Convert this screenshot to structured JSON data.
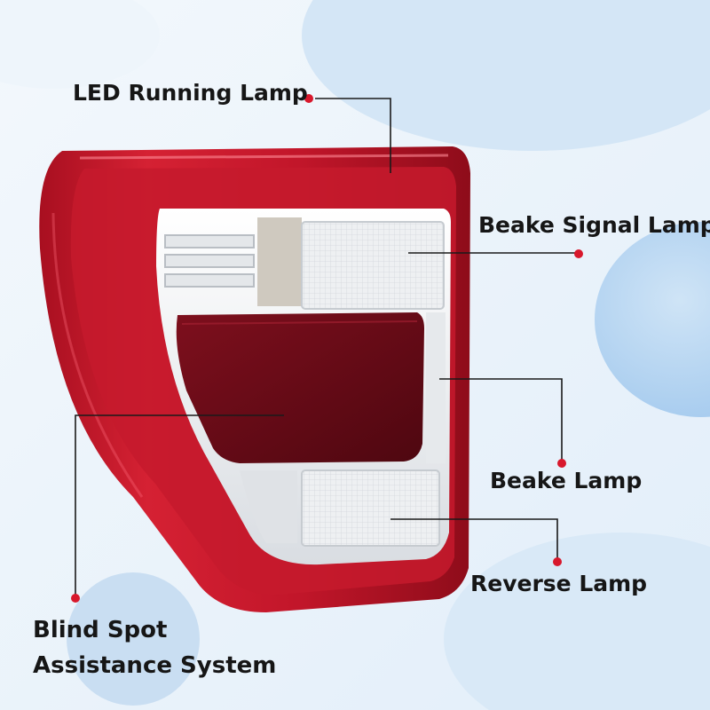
{
  "callouts": {
    "led_running": "LED Running Lamp",
    "brake_signal": "Beake Signal Lamp",
    "brake": "Beake Lamp",
    "reverse": "Reverse Lamp",
    "blind_spot_line1": "Blind Spot",
    "blind_spot_line2": "Assistance System"
  },
  "colors": {
    "housing_red": "#c8182a",
    "dark_red_lens": "#6e0c18",
    "clear_lens": "#f1f2f4",
    "marker_dot": "#d8182c",
    "leader_line": "#1a1a1a"
  },
  "icons": [
    "tail-light-assembly",
    "callout-marker-dot"
  ]
}
